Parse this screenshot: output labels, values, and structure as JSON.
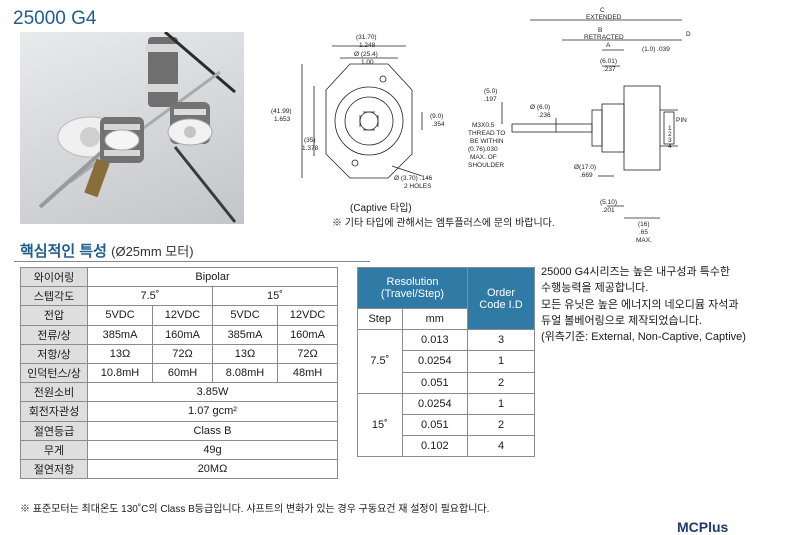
{
  "title": "25000 G4",
  "photo": {
    "alt": ""
  },
  "drawing": {
    "labels": {
      "c": "C",
      "extended": "EXTENDED",
      "b": "B",
      "retracted": "RETRACTED",
      "a": "A",
      "d": "D",
      "dim_a": "(1.0) .039",
      "dim_3170": "(31.70)",
      "dim_1248": "1.248",
      "dim_254": "Ø (25.4)",
      "dim_100": "1.00",
      "dim_4199": "(41.99)",
      "dim_1653": "1.653",
      "dim_35": "(35)",
      "dim_1378": "1.378",
      "dim_90": "(9.0)",
      "dim_354": ".354",
      "dim_holes": "Ø (3.70) .146",
      "holes": "2 HOLES",
      "dim_601": "(6.01)",
      "dim_237": ".237",
      "dim_50": "(5.0)",
      "dim_197": ".197",
      "dim_60": "Ø (6.0)",
      "dim_236": ".236",
      "m3": "M3X0.5",
      "thread_to": "THREAD TO",
      "be_within": "BE WITHIN",
      "dim_076": "(0.76).030",
      "max_of": "MAX. OF",
      "shoulder": "SHOULDER",
      "dim_170": "Ø(17.0)",
      "dim_669": ".669",
      "dim_510": "(5.10)",
      "dim_201": ".201",
      "dim_16": "(16)",
      "dim_65": ".65",
      "max": "MAX.",
      "pin": "PIN",
      "pin1": "1",
      "pin2": "2",
      "pin3": "3",
      "pin4": "4"
    }
  },
  "captive_caption": "(Captive 타입)",
  "top_note": "※ 기타 타입에 관해서는 엠투플러스에 문의 바랍니다.",
  "section": {
    "title": "핵심적인 특성",
    "sub": "(Ø25mm 모터)"
  },
  "spec": {
    "wiring_label": "와이어링",
    "wiring_value": "Bipolar",
    "step_label": "스텝각도",
    "step_a": "7.5˚",
    "step_b": "15˚",
    "voltage_label": "전압",
    "voltages": [
      "5VDC",
      "12VDC",
      "5VDC",
      "12VDC"
    ],
    "current_label": "전류/상",
    "currents": [
      "385mA",
      "160mA",
      "385mA",
      "160mA"
    ],
    "resistance_label": "저항/상",
    "resistances": [
      "13Ω",
      "72Ω",
      "13Ω",
      "72Ω"
    ],
    "inductance_label": "인덕턴스/상",
    "inductances": [
      "10.8mH",
      "60mH",
      "8.08mH",
      "48mH"
    ],
    "power_label": "전원소비",
    "power_value": "3.85W",
    "inertia_label": "회전자관성",
    "inertia_value": "1.07 gcm²",
    "insulation_label": "절연등급",
    "insulation_value": "Class B",
    "weight_label": "무게",
    "weight_value": "49g",
    "resist_label": "절연저항",
    "resist_value": "20MΩ"
  },
  "resolution": {
    "header_res": "Resolution\n(Travel/Step)",
    "header_order": "Order\nCode I.D",
    "col_step": "Step",
    "col_mm": "mm",
    "groups": [
      {
        "step": "7.5˚",
        "rows": [
          {
            "mm": "0.013",
            "code": "3"
          },
          {
            "mm": "0.0254",
            "code": "1"
          },
          {
            "mm": "0.051",
            "code": "2"
          }
        ]
      },
      {
        "step": "15˚",
        "rows": [
          {
            "mm": "0.0254",
            "code": "1"
          },
          {
            "mm": "0.051",
            "code": "2"
          },
          {
            "mm": "0.102",
            "code": "4"
          }
        ]
      }
    ]
  },
  "description": [
    "25000 G4시리즈는 높은 내구성과 특수한",
    "수행능력을 제공합니다.",
    "모든 유닛은 높은 에너지의 네오디뮴 자석과",
    "듀얼 볼베어링으로 제작되었습니다.",
    "(위측기준: External, Non-Captive, Captive)"
  ],
  "footnote": "※ 표준모터는 최대온도 130˚C의 Class B등급입니다. 샤프트의 변화가 있는 경우 구동요건 재 설정이 필요합니다.",
  "brand": "MCPlus"
}
